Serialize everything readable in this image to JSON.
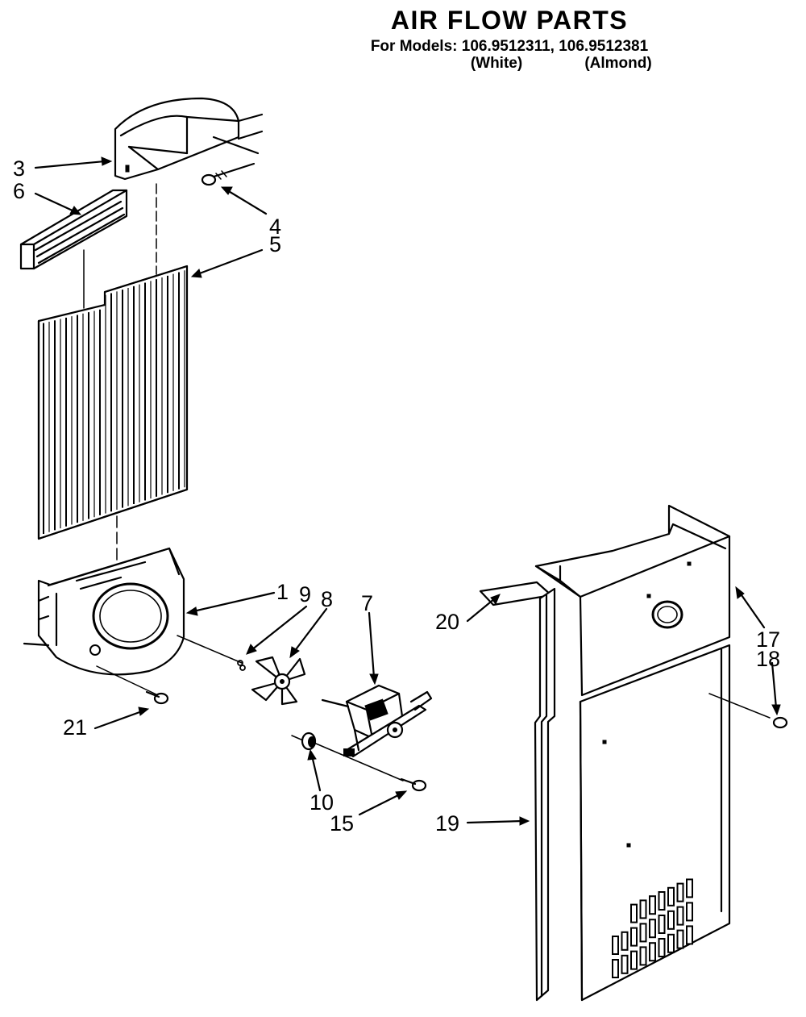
{
  "header": {
    "title": "AIR FLOW PARTS",
    "models_line": "For Models: 106.9512311, 106.9512381",
    "color_1": "(White)",
    "color_2": "(Almond)"
  },
  "callouts": {
    "c1": "1",
    "c3": "3",
    "c4": "4",
    "c5": "5",
    "c6": "6",
    "c7": "7",
    "c8": "8",
    "c9": "9",
    "c10": "10",
    "c15": "15",
    "c17": "17",
    "c18": "18",
    "c19": "19",
    "c20": "20",
    "c21": "21"
  }
}
